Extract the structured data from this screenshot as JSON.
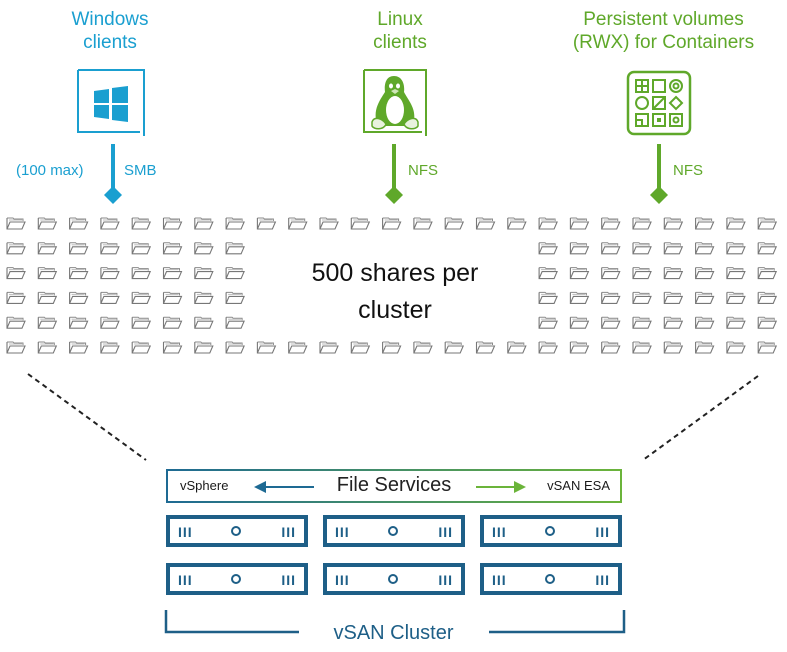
{
  "clients": [
    {
      "id": "windows",
      "title_line1": "Windows",
      "title_line2": "clients",
      "protocol": "SMB",
      "note": "(100 max)",
      "icon": "windows-logo-icon",
      "color": "#1a9fd0"
    },
    {
      "id": "linux",
      "title_line1": "Linux",
      "title_line2": "clients",
      "protocol": "NFS",
      "icon": "linux-penguin-icon",
      "color": "#5fa82a"
    },
    {
      "id": "containers",
      "title_line1": "Persistent volumes",
      "title_line2": "(RWX) for Containers",
      "protocol": "NFS",
      "icon": "container-apps-grid-icon",
      "color": "#5fa82a"
    }
  ],
  "shares": {
    "label_line1": "500 shares per",
    "label_line2": "cluster",
    "icon": "folder-icon",
    "columns": 25,
    "rows": 6
  },
  "file_services": {
    "title": "File Services",
    "left_label": "vSphere",
    "right_label": "vSAN ESA",
    "left_color": "#1e6a93",
    "right_color": "#6bb43a"
  },
  "cluster": {
    "label": "vSAN Cluster",
    "server_rows": 2,
    "server_cols": 3,
    "server_bars": "III",
    "color": "#1e5f87"
  }
}
